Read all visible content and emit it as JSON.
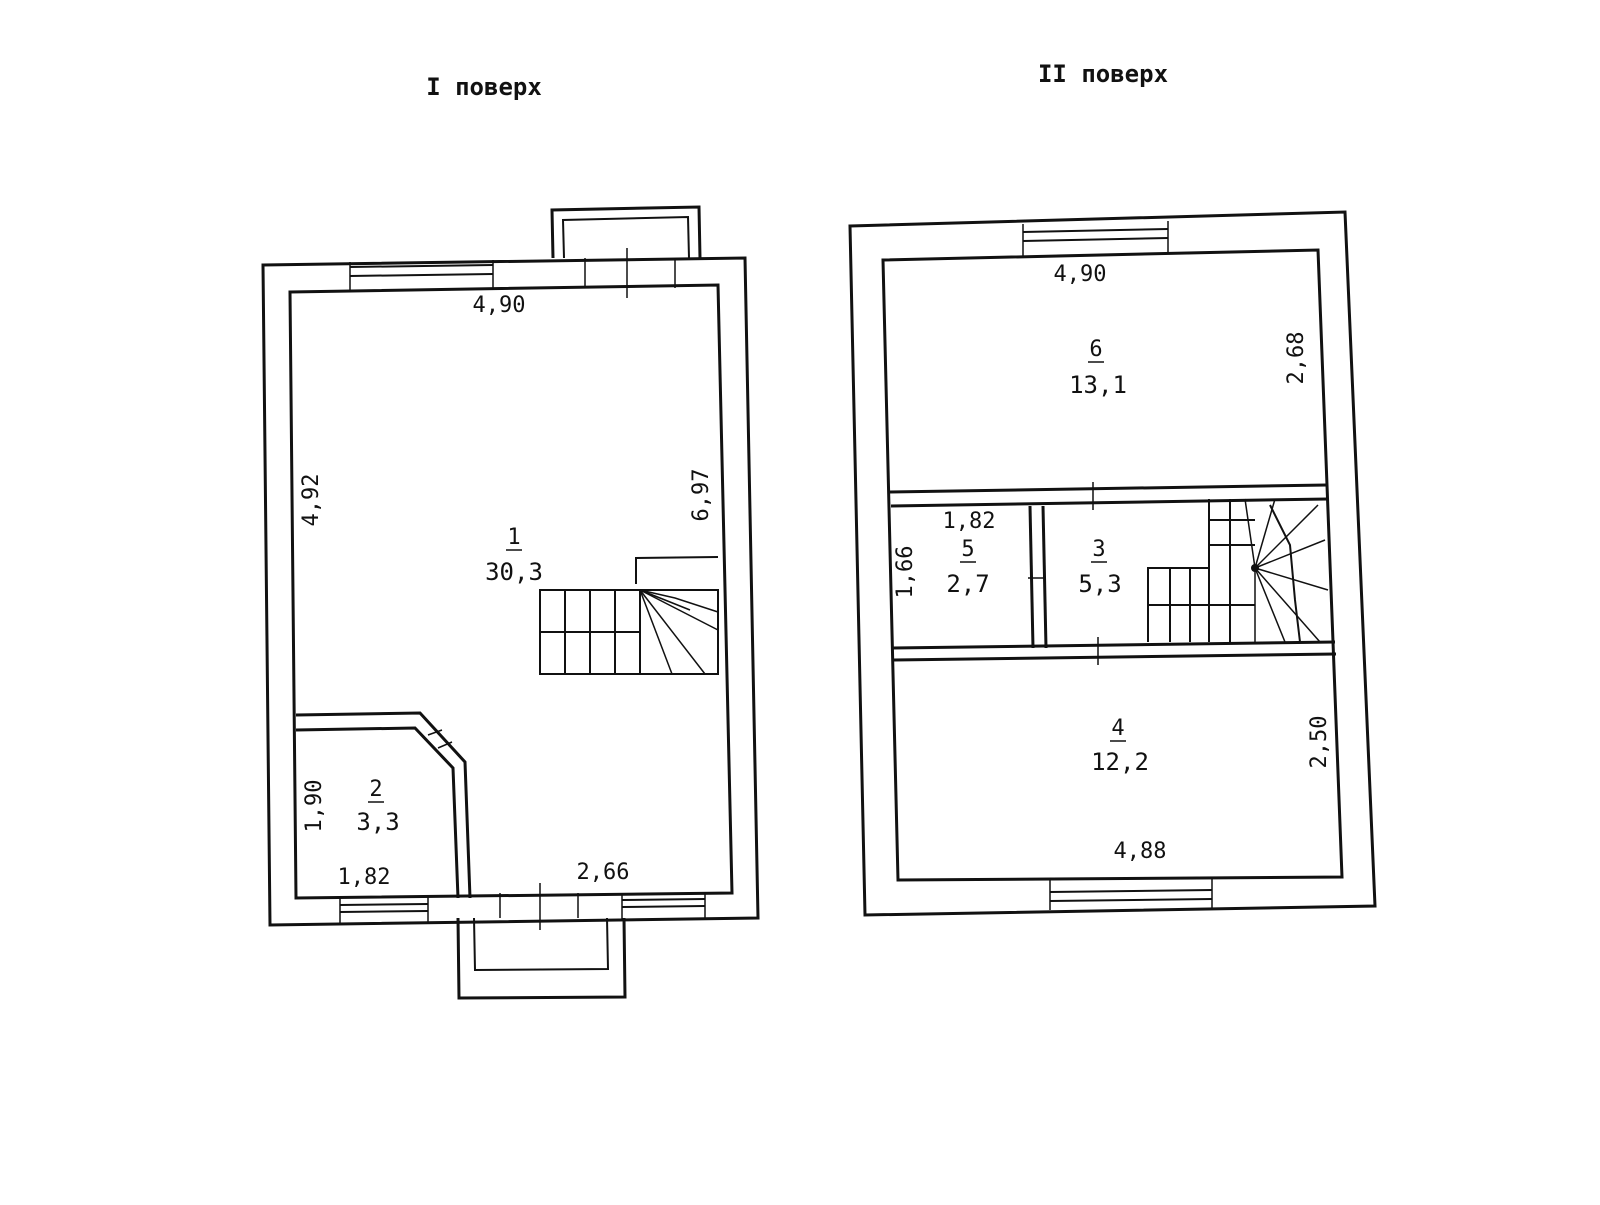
{
  "floors": {
    "first": {
      "title": "I поверх",
      "dims": {
        "top_width": "4,90",
        "left_height": "4,92",
        "right_height": "6,97",
        "room2_height": "1,90",
        "room2_width": "1,82",
        "bottom_width": "2,66"
      },
      "rooms": {
        "room1": {
          "number": "1",
          "area": "30,3"
        },
        "room2": {
          "number": "2",
          "area": "3,3"
        }
      }
    },
    "second": {
      "title": "II поверх",
      "dims": {
        "top_width": "4,90",
        "room6_height": "2,68",
        "room5_width": "1,82",
        "room5_height": "1,66",
        "room4_height": "2,50",
        "bottom_width": "4,88"
      },
      "rooms": {
        "room6": {
          "number": "6",
          "area": "13,1"
        },
        "room5": {
          "number": "5",
          "area": "2,7"
        },
        "room3": {
          "number": "3",
          "area": "5,3"
        },
        "room4": {
          "number": "4",
          "area": "12,2"
        }
      }
    }
  }
}
